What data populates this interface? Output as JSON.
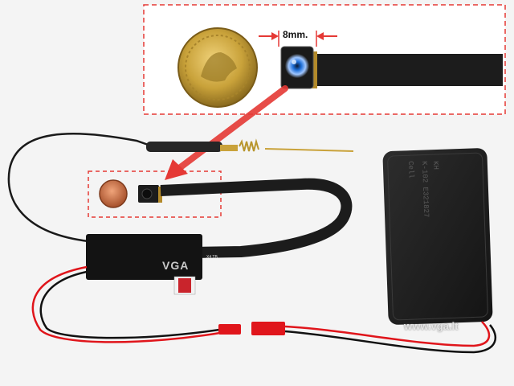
{
  "labels": {
    "dimension": "8mm.",
    "vga": "VGA",
    "board_marking": "X4 TB",
    "watermark": "www.vga.lt"
  },
  "battery": {
    "line1": "KH",
    "line2": "K-102  E321827",
    "line3": "Cell"
  },
  "colors": {
    "callout_border": "#e53935",
    "arrow": "#e53935",
    "coin_gold": "#c9a23a",
    "coin_copper": "#c56b3c",
    "ribbon": "#1c1c1c",
    "wire_red": "#e0151b",
    "wire_black": "#111111",
    "lens_blue": "#1e6fd9"
  }
}
